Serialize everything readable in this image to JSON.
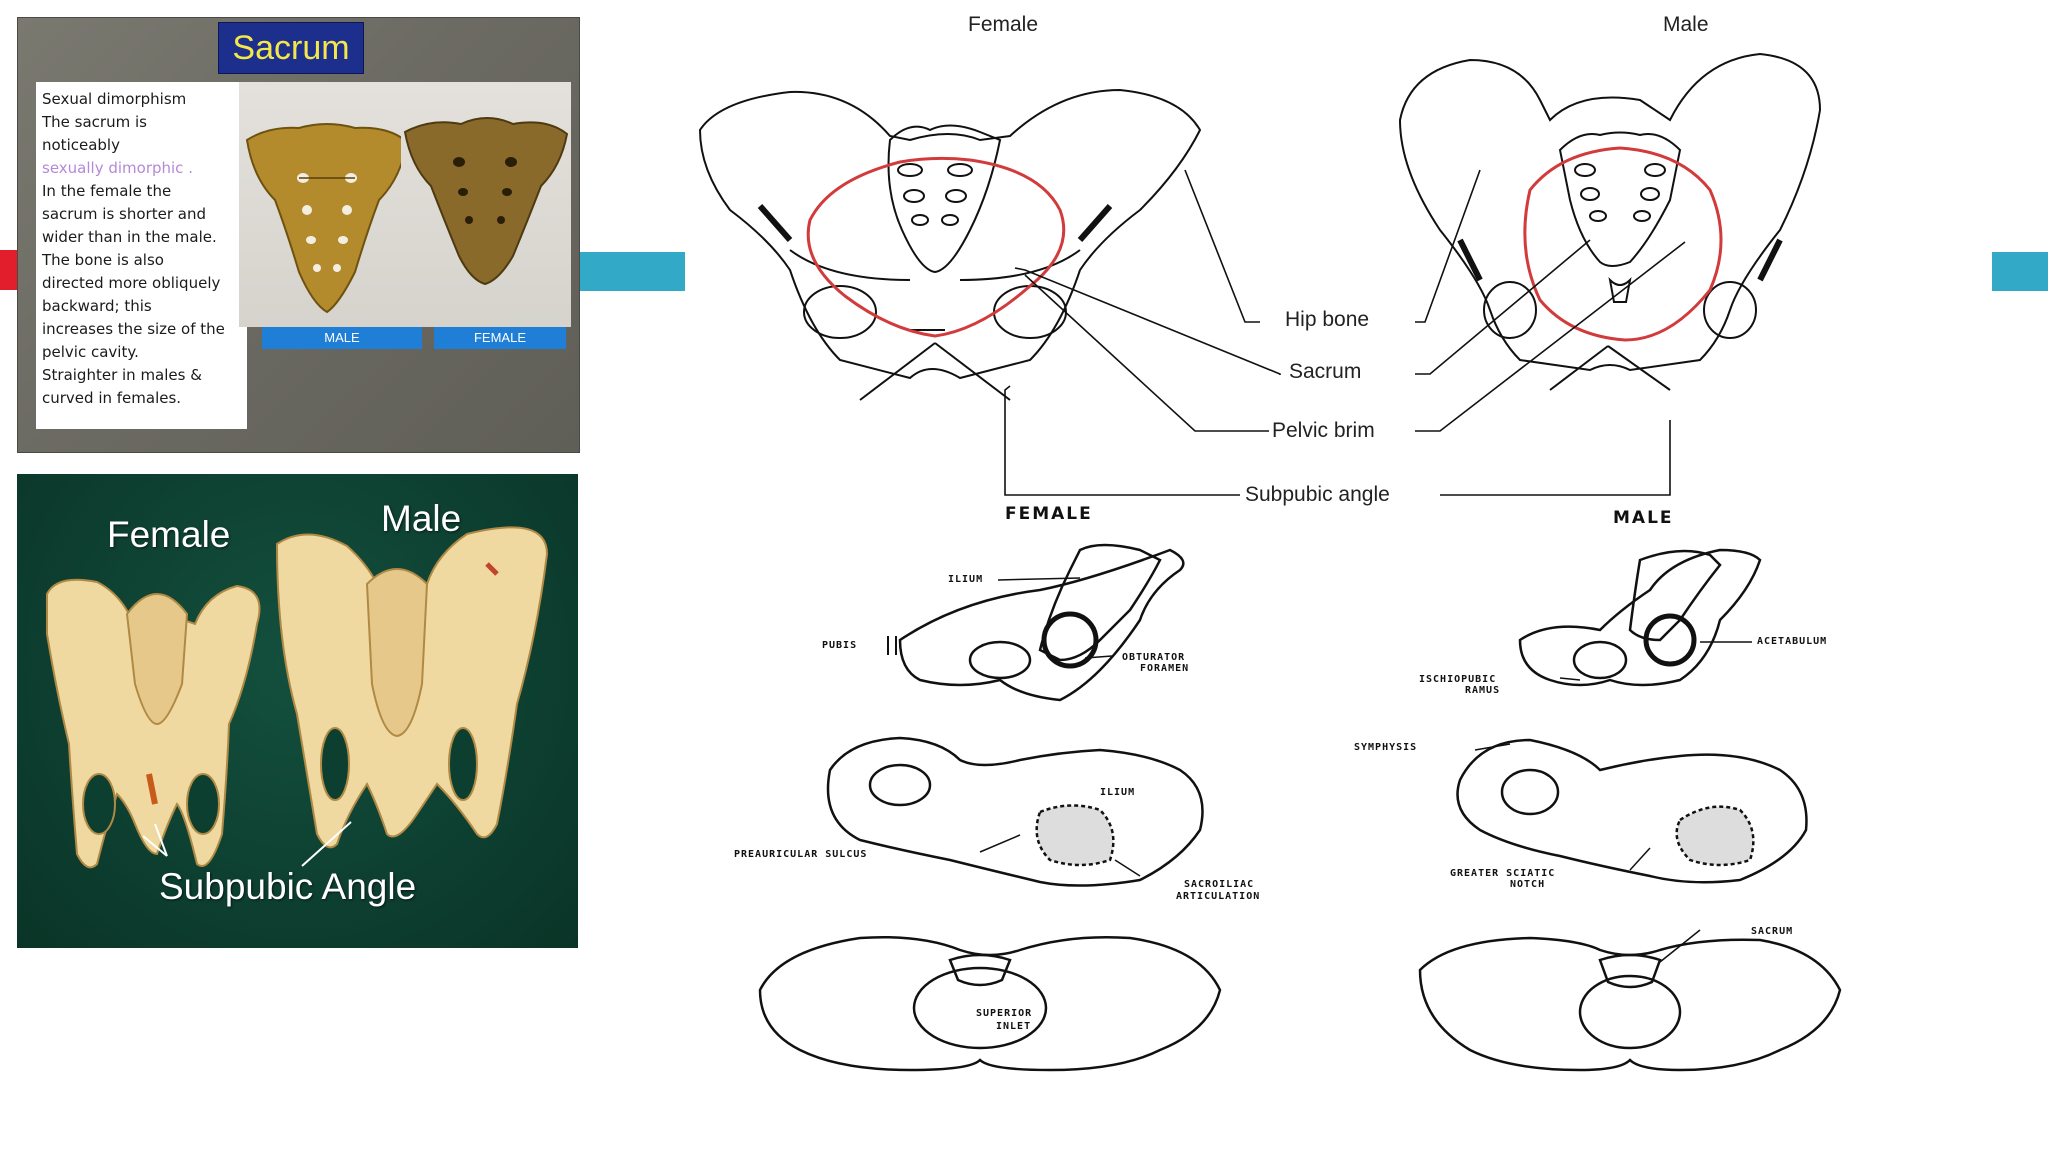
{
  "sacrum_slide": {
    "title": "Sacrum",
    "text_lines": [
      "Sexual dimorphism",
      "The sacrum is",
      "noticeably",
      "sexually dimorphic .",
      "In the female the",
      "sacrum is shorter and",
      "wider  than in the male.",
      "The bone is also",
      "directed more obliquely",
      "backward; this",
      "increases the size of the",
      "pelvic cavity.",
      "Straighter in males &",
      "curved in females."
    ],
    "male_label": "MALE",
    "female_label": "FEMALE"
  },
  "pelvis_photo": {
    "female_label": "Female",
    "male_label": "Male",
    "angle_label": "Subpubic Angle"
  },
  "pelvis_diagram": {
    "female_title": "Female",
    "male_title": "Male",
    "labels": {
      "hip_bone": "Hip bone",
      "sacrum": "Sacrum",
      "pelvic_brim": "Pelvic brim",
      "subpubic_angle": "Subpubic angle"
    },
    "female_caption": "FEMALE",
    "male_caption": "MALE"
  },
  "hip_bone_sketches": {
    "female_lateral": {
      "ilium": "ILIUM",
      "pubis": "PUBIS",
      "obturator_1": "OBTURATOR",
      "obturator_2": "FORAMEN"
    },
    "male_lateral": {
      "acetabulum": "ACETABULUM",
      "ischio_1": "ISCHIOPUBIC",
      "ischio_2": "RAMUS"
    },
    "female_medial": {
      "ilium": "ILIUM",
      "preauricular": "PREAURICULAR  SULCUS",
      "sacroiliac_1": "SACROILIAC",
      "sacroiliac_2": "ARTICULATION"
    },
    "male_medial": {
      "symphysis": "SYMPHYSIS",
      "sciatic_1": "GREATER  SCIATIC",
      "sciatic_2": "NOTCH"
    },
    "female_superior": {
      "inlet_1": "SUPERIOR",
      "inlet_2": "INLET"
    },
    "male_superior": {
      "sacrum": "SACRUM"
    }
  },
  "colors": {
    "accent_red": "#e31e2c",
    "accent_teal": "#33a9c8",
    "title_bg": "#1d2f8c",
    "title_text": "#f5e64a",
    "label_blue": "#1f7ed6",
    "brim_outline": "#d23b3b",
    "photo_bg": "#0d3f30"
  }
}
